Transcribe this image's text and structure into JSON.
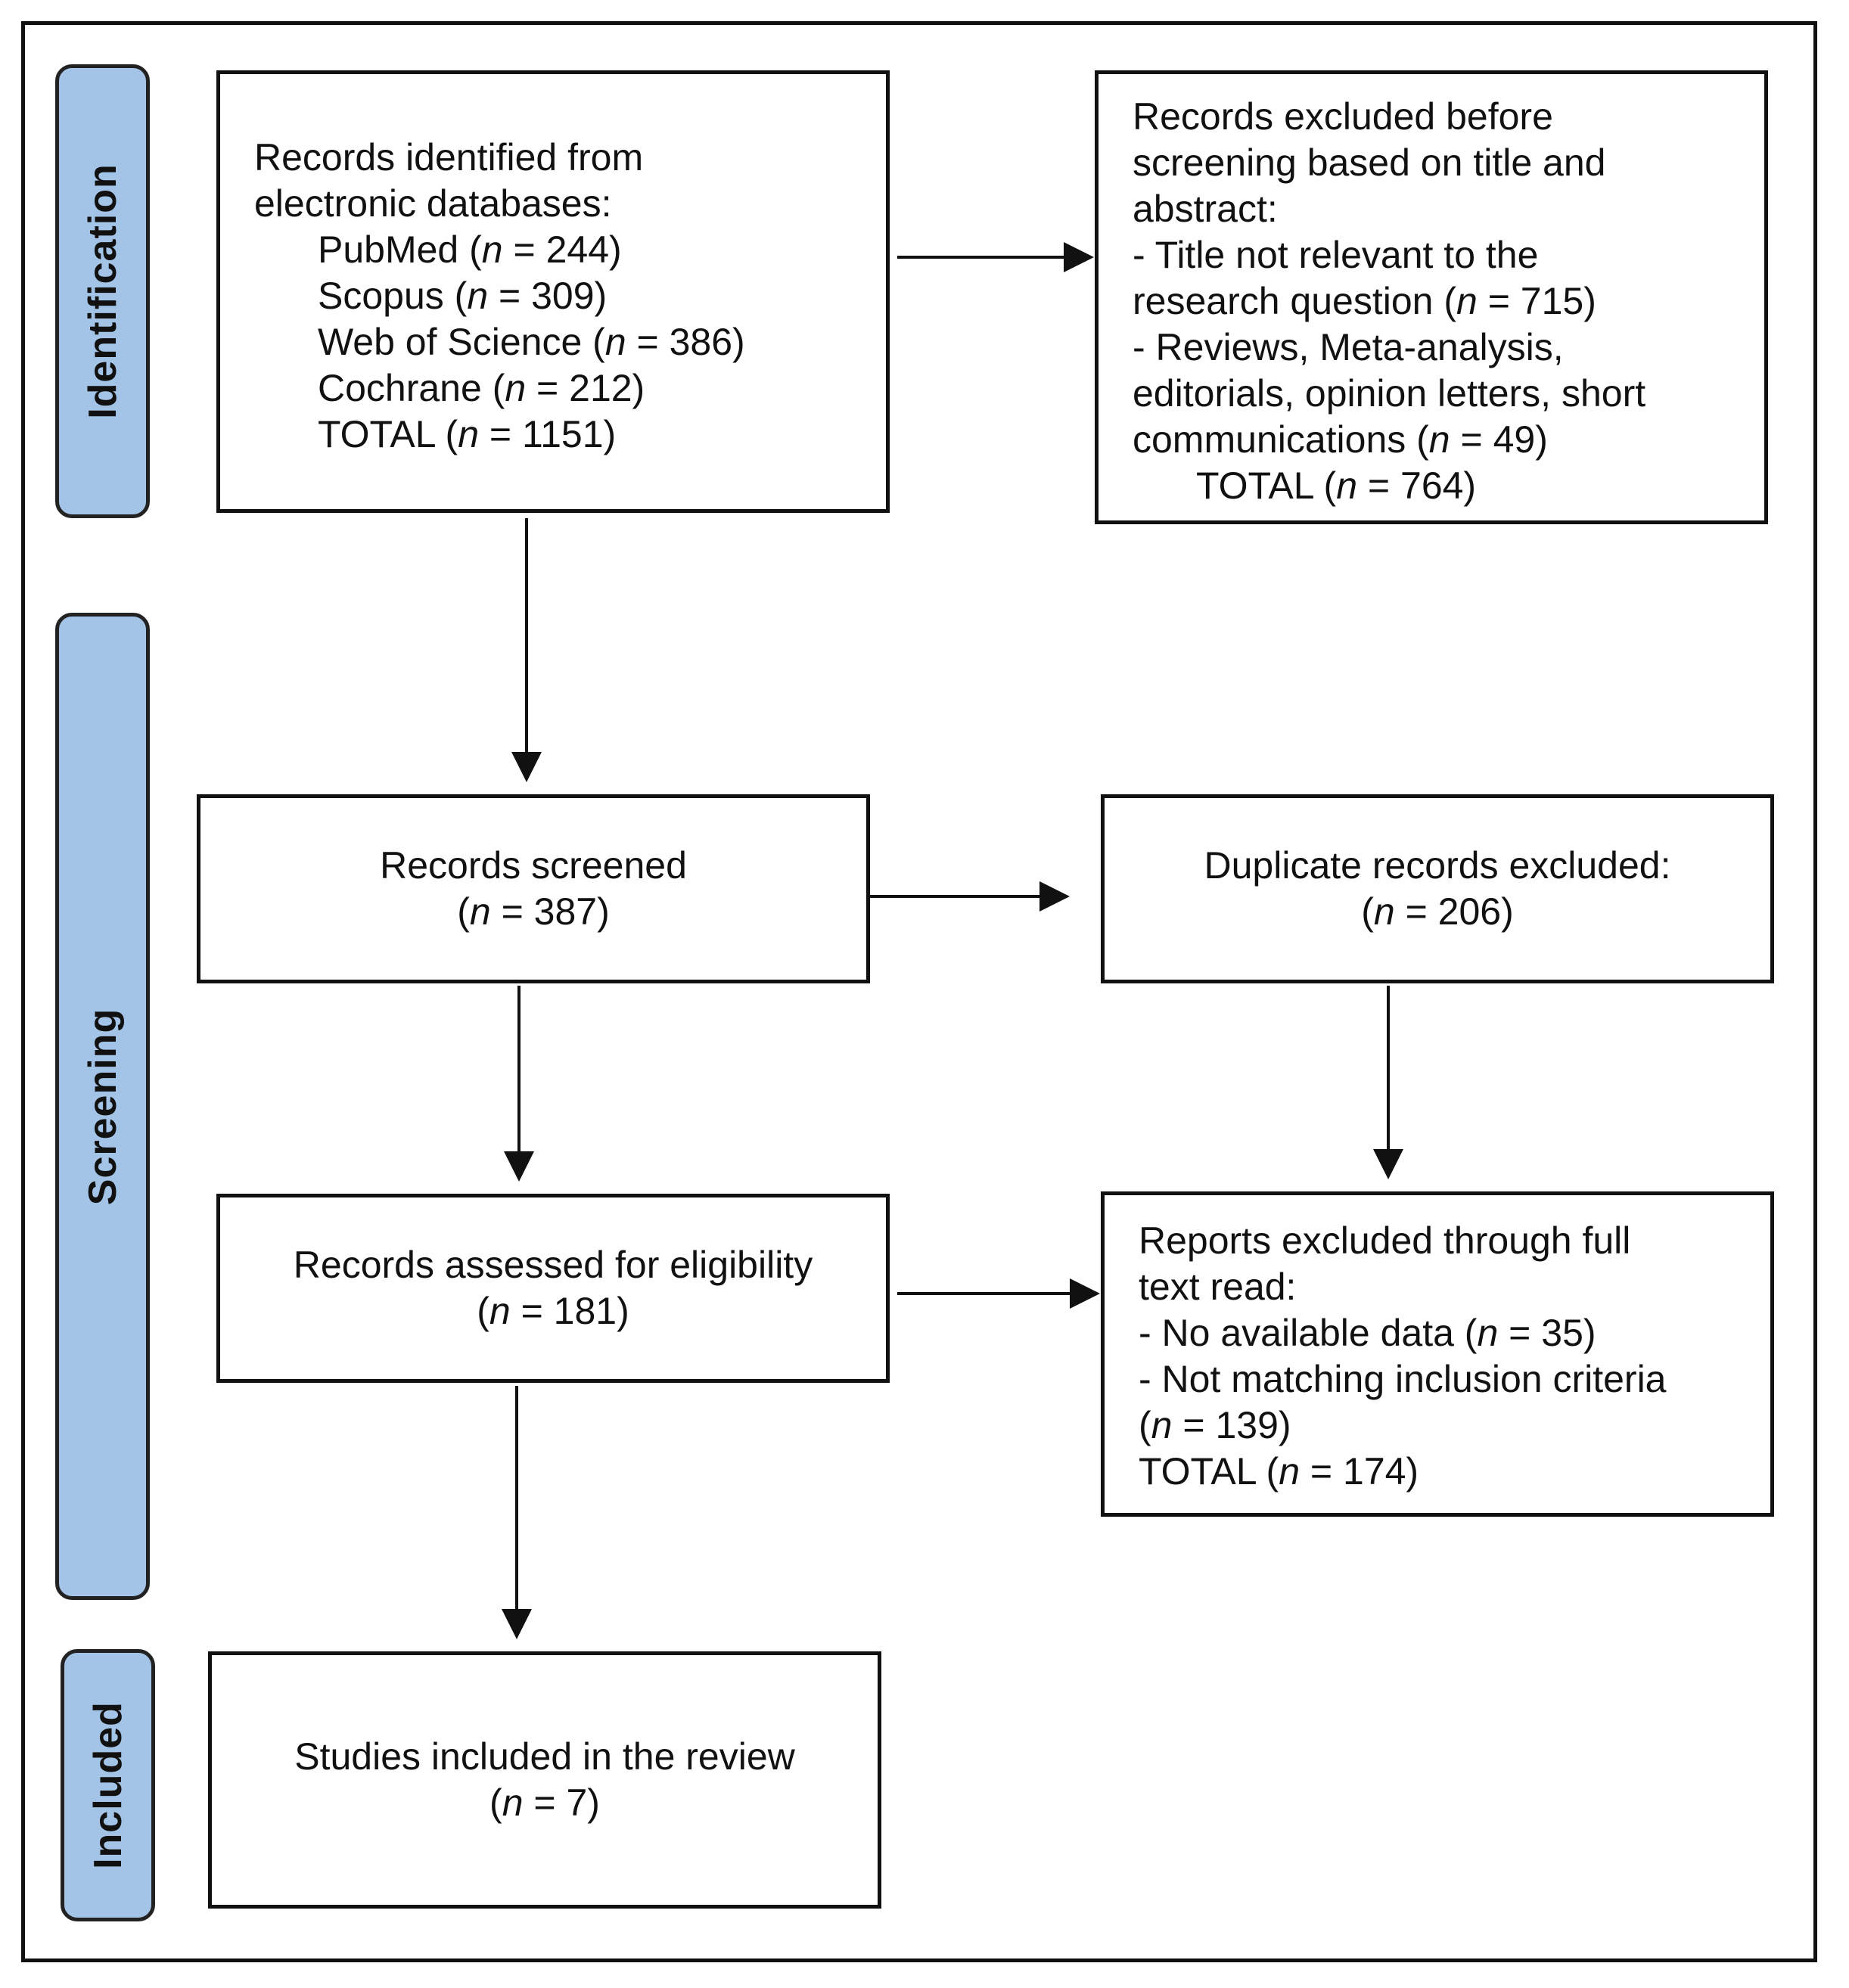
{
  "phases": {
    "identification": "Identification",
    "screening": "Screening",
    "included": "Included"
  },
  "records_identified": {
    "title_line1": "Records identified from",
    "title_line2": "electronic databases:",
    "sources": [
      {
        "label": "PubMed (",
        "n": "n",
        "value": " = 244)"
      },
      {
        "label": "Scopus (",
        "n": "n",
        "value": " = 309)"
      },
      {
        "label": "Web of Science (",
        "n": "n",
        "value": " = 386)"
      },
      {
        "label": "Cochrane (",
        "n": "n",
        "value": " = 212)"
      },
      {
        "label": "TOTAL (",
        "n": "n",
        "value": " = 1151)"
      }
    ]
  },
  "excluded_before_screening": {
    "line1": "Records excluded before",
    "line2": "screening based on title and",
    "line3": "abstract:",
    "line4": "- Title not relevant to the",
    "line5_pre": "research question (",
    "line5_n": "n",
    "line5_post": " = 715)",
    "line6": "- Reviews, Meta-analysis,",
    "line7": "editorials, opinion letters, short",
    "line8_pre": "communications (",
    "line8_n": "n",
    "line8_post": " = 49)",
    "total_pre": "TOTAL (",
    "total_n": "n",
    "total_post": " = 764)"
  },
  "records_screened": {
    "title": "Records screened",
    "count_pre": "(",
    "count_n": "n",
    "count_post": " = 387)"
  },
  "duplicates_excluded": {
    "title": "Duplicate records excluded:",
    "count_pre": "(",
    "count_n": "n",
    "count_post": " = 206)"
  },
  "assessed_eligibility": {
    "title": "Records assessed for eligibility",
    "count_pre": "(",
    "count_n": "n",
    "count_post": " = 181)"
  },
  "excluded_full_text": {
    "line1": "Reports excluded through full",
    "line2": "text read:",
    "line3_pre": "- No available data (",
    "line3_n": "n",
    "line3_post": " = 35)",
    "line4": "- Not matching inclusion criteria",
    "line5_pre": "(",
    "line5_n": "n",
    "line5_post": " = 139)",
    "total_pre": "TOTAL (",
    "total_n": "n",
    "total_post": " = 174)"
  },
  "studies_included": {
    "title": "Studies included in the review",
    "count_pre": "(",
    "count_n": "n",
    "count_post": " = 7)"
  }
}
